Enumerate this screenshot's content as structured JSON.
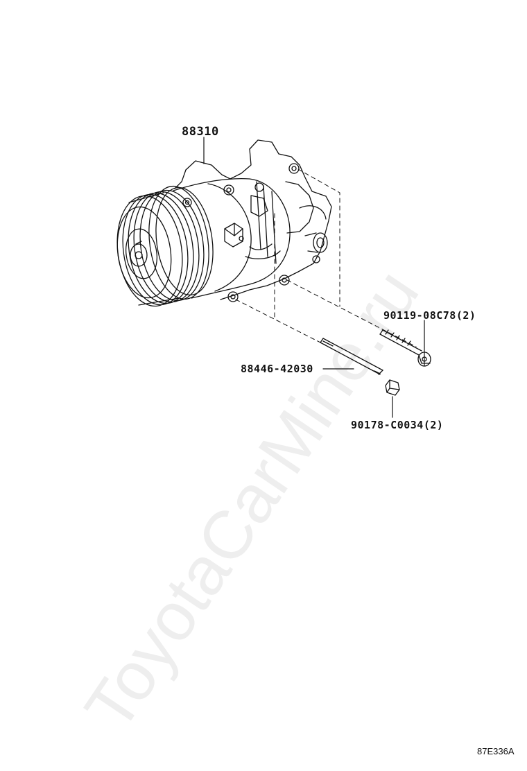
{
  "watermark": "ToyotaCarMine.ru",
  "labels": {
    "compressor": "88310",
    "bolt": "90119-08C78(2)",
    "stud": "88446-42030",
    "nut": "90178-C0034(2)"
  },
  "illustration_code": "87E336A"
}
